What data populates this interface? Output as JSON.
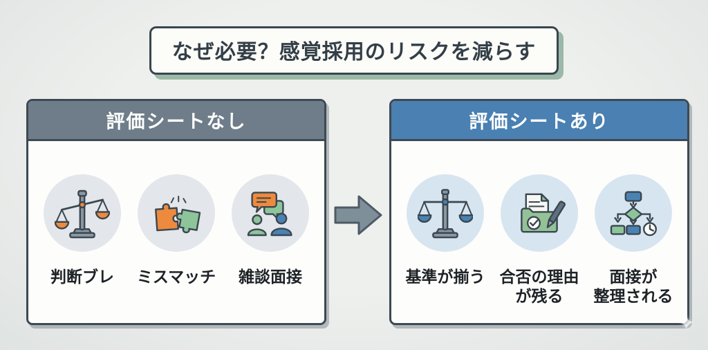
{
  "title": "なぜ必要？感覚採用のリスクを減らす",
  "panels": {
    "left": {
      "header": "評価シートなし",
      "header_color": "#6e7d89",
      "circle_color": "#e3e6ea",
      "items": [
        {
          "icon": "unbalanced-scale-icon",
          "label": "判断ブレ"
        },
        {
          "icon": "puzzle-mismatch-icon",
          "label": "ミスマッチ"
        },
        {
          "icon": "chat-interview-icon",
          "label": "雑談面接"
        }
      ]
    },
    "right": {
      "header": "評価シートあり",
      "header_color": "#4a80b2",
      "circle_color": "#d7e5f1",
      "items": [
        {
          "icon": "balanced-scale-icon",
          "label": "基準が揃う"
        },
        {
          "icon": "folder-check-pen-icon",
          "label": "合否の理由\nが残る"
        },
        {
          "icon": "flowchart-clock-icon",
          "label": "面接が\n整理される"
        }
      ]
    }
  },
  "arrow": {
    "icon": "right-arrow-icon",
    "fill": "#7f8f9a"
  },
  "decor": {
    "sparkle": "✦"
  },
  "colors": {
    "background": "#e8ebe9",
    "panel_border": "#3d4953",
    "panel_body": "#fdfdfb",
    "title_text": "#333e47",
    "title_box_bg": "#fcfcf8",
    "title_shadow_green": "#8aab97",
    "label_text": "#1d2226",
    "accent_orange": "#ee8a3d",
    "accent_green": "#8ec49a",
    "accent_blue": "#4a82b4",
    "outline_dark": "#3a4750",
    "metal_gray": "#8a97a0"
  }
}
